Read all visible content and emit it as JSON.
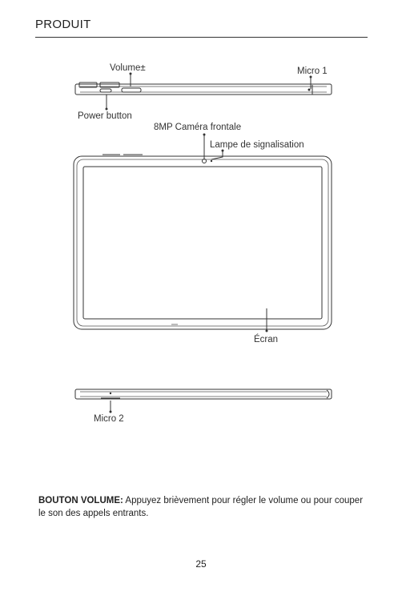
{
  "header": {
    "title": "PRODUIT"
  },
  "diagram": {
    "labels": {
      "volume": "Volume±",
      "micro1": "Micro 1",
      "power": "Power button",
      "camera": "8MP Caméra frontale",
      "lamp": "Lampe de signalisation",
      "screen": "Écran",
      "micro2": "Micro 2"
    }
  },
  "note": {
    "title": "BOUTON VOLUME:",
    "text": " Appuyez brièvement pour régler le volume ou pour couper le son des appels entrants."
  },
  "footer": {
    "page": "25"
  }
}
